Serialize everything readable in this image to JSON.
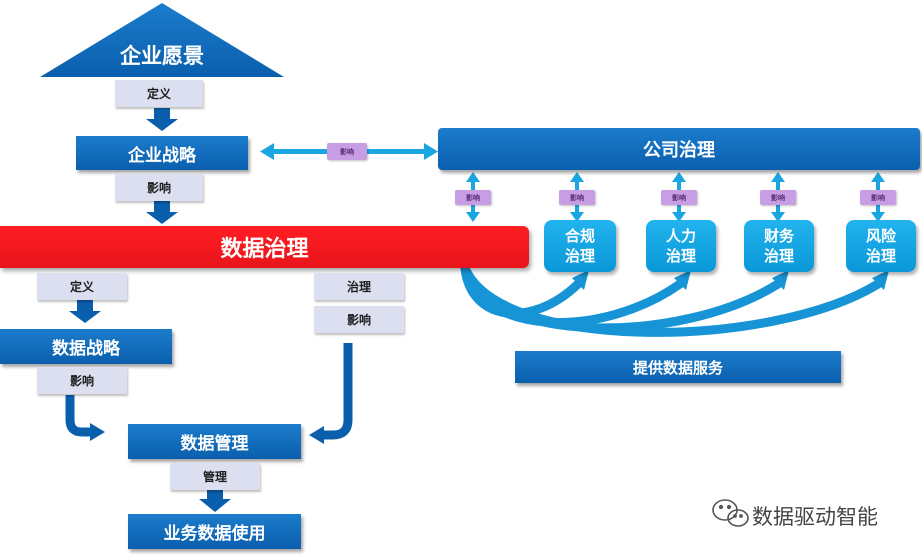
{
  "vision": "企业愿景",
  "define_1": "定义",
  "enterprise_strategy": "企业战略",
  "influence_1": "影响",
  "influence_pill_main": "影响",
  "corporate_governance": "公司治理",
  "data_governance": "数据治理",
  "gov_pills": [
    "影响",
    "影响",
    "影响",
    "影响",
    "影响"
  ],
  "gov_boxes": [
    {
      "line1": "合规",
      "line2": "治理"
    },
    {
      "line1": "人力",
      "line2": "治理"
    },
    {
      "line1": "财务",
      "line2": "治理"
    },
    {
      "line1": "风险",
      "line2": "治理"
    }
  ],
  "define_2": "定义",
  "govern": "治理",
  "influence_2": "影响",
  "data_strategy": "数据战略",
  "influence_3": "影响",
  "data_management": "数据管理",
  "manage": "管理",
  "business_data_use": "业务数据使用",
  "data_service": "提供数据服务",
  "watermark": "数据驱动智能",
  "colors": {
    "blue": "#0a5fad",
    "red": "#e8141b",
    "cyan": "#0a97d8",
    "label_bg": "#dcdff0",
    "pill_bg": "#c79de3"
  }
}
